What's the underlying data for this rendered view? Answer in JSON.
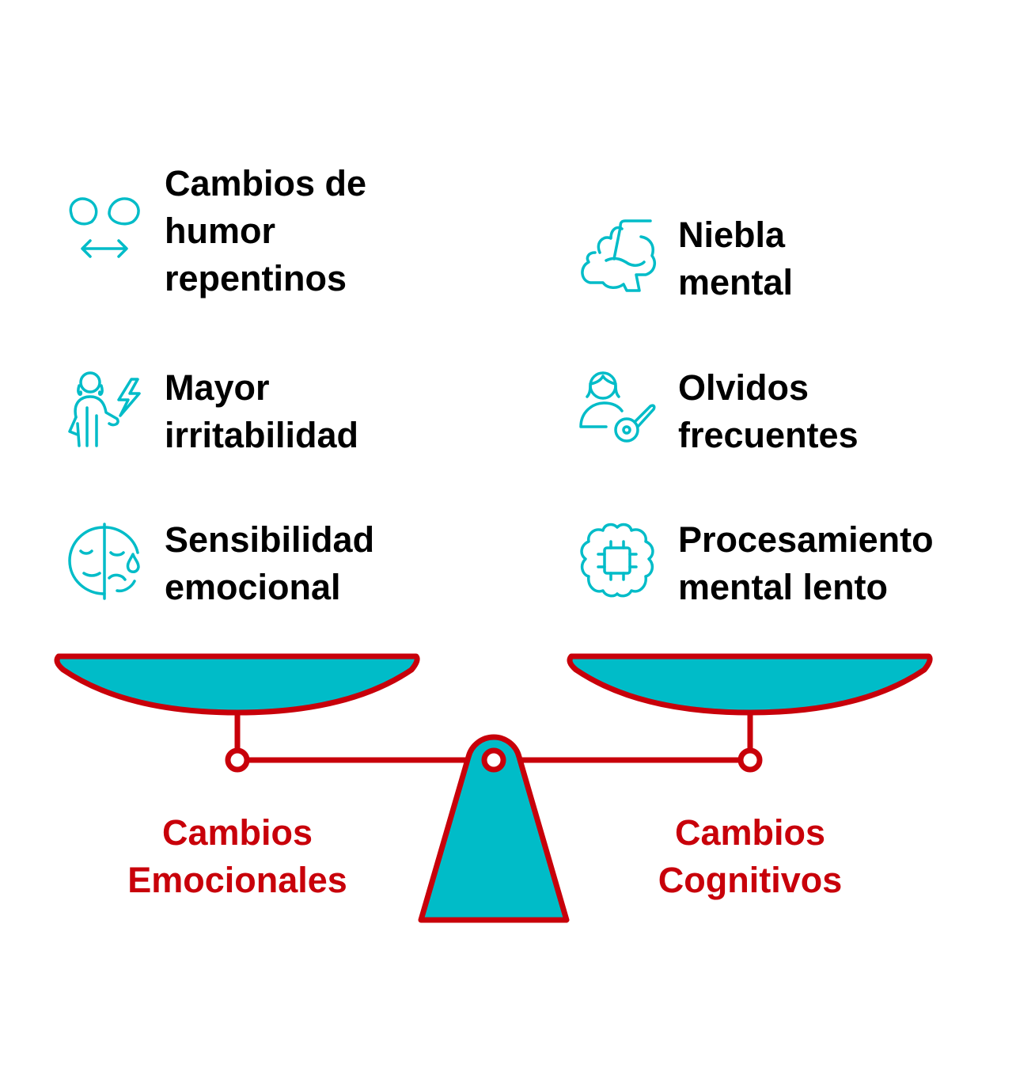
{
  "colors": {
    "teal": "#00bcc8",
    "red": "#c8000a",
    "text": "#000000"
  },
  "emotional": {
    "title": [
      "Cambios",
      "Emocionales"
    ],
    "items": [
      {
        "icon": "mood-swing-icon",
        "lines": [
          "Cambios de",
          "humor",
          "repentinos"
        ]
      },
      {
        "icon": "irritated-person-icon",
        "lines": [
          "Mayor",
          "irritabilidad"
        ]
      },
      {
        "icon": "sad-face-icon",
        "lines": [
          "Sensibilidad",
          "emocional"
        ]
      }
    ]
  },
  "cognitive": {
    "title": [
      "Cambios",
      "Cognitivos"
    ],
    "items": [
      {
        "icon": "foggy-brain-icon",
        "lines": [
          "Niebla",
          "mental"
        ]
      },
      {
        "icon": "person-key-icon",
        "lines": [
          "Olvidos",
          "frecuentes"
        ]
      },
      {
        "icon": "brain-chip-icon",
        "lines": [
          "Procesamiento",
          "mental lento"
        ]
      }
    ]
  }
}
